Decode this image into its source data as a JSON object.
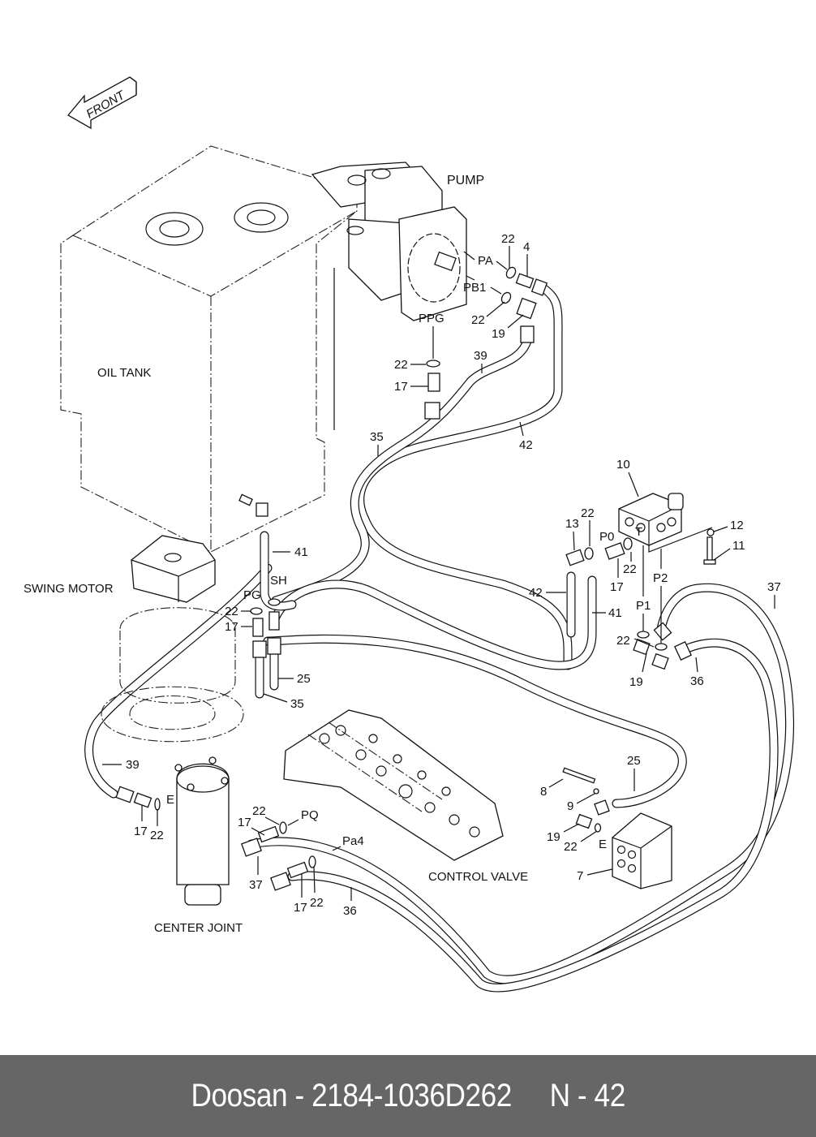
{
  "diagram": {
    "front_arrow": "FRONT",
    "components": {
      "pump": "PUMP",
      "oil_tank": "OIL TANK",
      "swing_motor": "SWING MOTOR",
      "center_joint": "CENTER JOINT",
      "control_valve": "CONTROL VALVE"
    },
    "ports": {
      "pa": "PA",
      "pb1": "PB1",
      "ppg": "PPG",
      "p0": "P0",
      "t": "T",
      "p1": "P1",
      "p2": "P2",
      "pg": "PG",
      "sh": "SH",
      "e_center": "E",
      "e_block": "E",
      "pq": "PQ",
      "pa4": "Pa4"
    },
    "callouts": [
      {
        "id": "c22a",
        "text": "22"
      },
      {
        "id": "c4",
        "text": "4"
      },
      {
        "id": "c22b",
        "text": "22"
      },
      {
        "id": "c19a",
        "text": "19"
      },
      {
        "id": "c22c",
        "text": "22"
      },
      {
        "id": "c17a",
        "text": "17"
      },
      {
        "id": "c39a",
        "text": "39"
      },
      {
        "id": "c42a",
        "text": "42"
      },
      {
        "id": "c35a",
        "text": "35"
      },
      {
        "id": "c10",
        "text": "10"
      },
      {
        "id": "c13",
        "text": "13"
      },
      {
        "id": "c22d",
        "text": "22"
      },
      {
        "id": "c12",
        "text": "12"
      },
      {
        "id": "c11",
        "text": "11"
      },
      {
        "id": "c22e",
        "text": "22"
      },
      {
        "id": "c17b",
        "text": "17"
      },
      {
        "id": "c42b",
        "text": "42"
      },
      {
        "id": "c41a",
        "text": "41"
      },
      {
        "id": "c37a",
        "text": "37"
      },
      {
        "id": "c22f",
        "text": "22"
      },
      {
        "id": "c19b",
        "text": "19"
      },
      {
        "id": "c36a",
        "text": "36"
      },
      {
        "id": "c41b",
        "text": "41"
      },
      {
        "id": "c22g",
        "text": "22"
      },
      {
        "id": "c17c",
        "text": "17"
      },
      {
        "id": "c25a",
        "text": "25"
      },
      {
        "id": "c35b",
        "text": "35"
      },
      {
        "id": "c39b",
        "text": "39"
      },
      {
        "id": "c17d",
        "text": "17"
      },
      {
        "id": "c22h",
        "text": "22"
      },
      {
        "id": "c22i",
        "text": "22"
      },
      {
        "id": "c17e",
        "text": "17"
      },
      {
        "id": "c37b",
        "text": "37"
      },
      {
        "id": "c17f",
        "text": "17"
      },
      {
        "id": "c22j",
        "text": "22"
      },
      {
        "id": "c36b",
        "text": "36"
      },
      {
        "id": "c25b",
        "text": "25"
      },
      {
        "id": "c8",
        "text": "8"
      },
      {
        "id": "c9",
        "text": "9"
      },
      {
        "id": "c19c",
        "text": "19"
      },
      {
        "id": "c22k",
        "text": "22"
      },
      {
        "id": "c7",
        "text": "7"
      }
    ]
  },
  "footer": {
    "brand": "Doosan",
    "part_number": "2184-1036D262",
    "page_ref": "N - 42",
    "text": "Doosan - 2184-1036D262     N - 42"
  }
}
